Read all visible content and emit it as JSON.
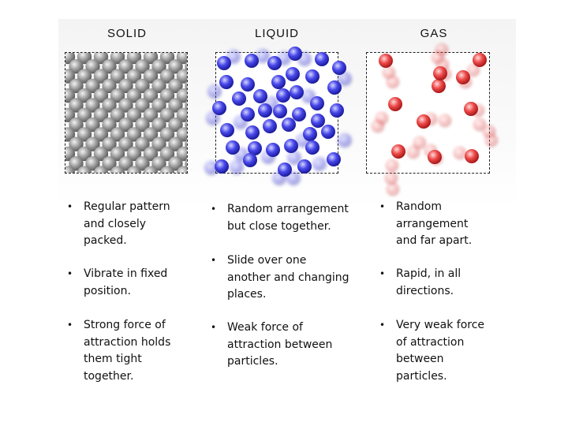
{
  "columns": [
    {
      "heading": "SOLID",
      "color": "#9a9a9a",
      "arrangement": "lattice",
      "bullets": [
        "Regular pattern and closely packed.",
        "Vibrate in fixed position.",
        "Strong force of attraction holds them tight together."
      ]
    },
    {
      "heading": "LIQUID",
      "color": "#3a3ae8",
      "arrangement": "random-close",
      "bullets": [
        "Random arrangement but close together.",
        "Slide over one another and changing places.",
        "Weak force of attraction between particles."
      ]
    },
    {
      "heading": "GAS",
      "color": "#e83a3a",
      "arrangement": "random-far",
      "bullets": [
        "Random arrangement and far apart.",
        "Rapid, in all directions.",
        "Very weak force of attraction between particles."
      ]
    }
  ]
}
